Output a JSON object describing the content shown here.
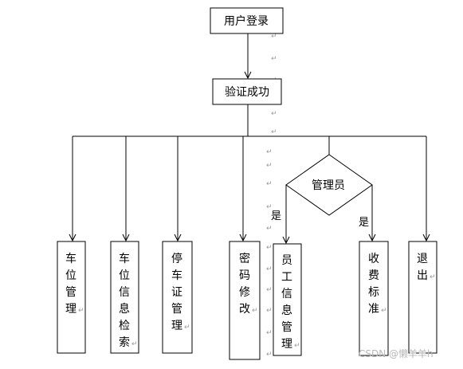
{
  "top_nodes": {
    "login": "用户登录",
    "verify": "验证成功"
  },
  "decision": {
    "label": "管理员",
    "yes_left": "是",
    "yes_right": "是"
  },
  "modules": [
    {
      "id": "parking-space-management",
      "chars": [
        "车",
        "位",
        "管",
        "理"
      ]
    },
    {
      "id": "parking-space-search",
      "chars": [
        "车",
        "位",
        "信",
        "息",
        "检",
        "索"
      ]
    },
    {
      "id": "parking-permit-management",
      "chars": [
        "停",
        "车",
        "证",
        "管",
        "理"
      ]
    },
    {
      "id": "password-change",
      "chars": [
        "密",
        "码",
        "修",
        "改"
      ]
    },
    {
      "id": "staff-info-management",
      "chars": [
        "员",
        "工",
        "信",
        "息",
        "管",
        "理"
      ]
    },
    {
      "id": "fee-standard",
      "chars": [
        "收",
        "费",
        "标",
        "准"
      ]
    },
    {
      "id": "logout",
      "chars": [
        "退",
        "出"
      ]
    }
  ],
  "paragraph_mark": "↵",
  "watermark": "CSDN @懒羊羊h"
}
